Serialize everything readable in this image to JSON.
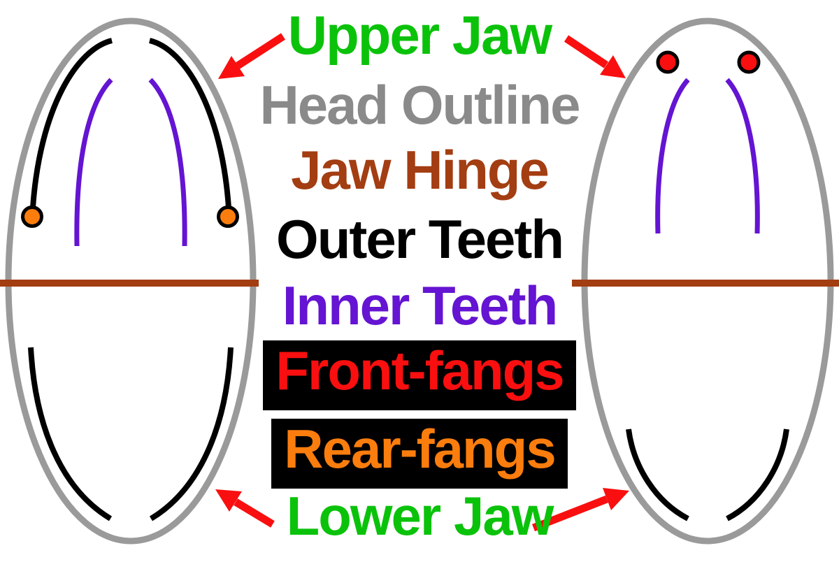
{
  "colors": {
    "background": "#FFFFFF",
    "green": "#0BC20B",
    "gray": "#8A8A8A",
    "brown": "#A33D12",
    "black": "#000000",
    "purple": "#6414D2",
    "red": "#F90F0F",
    "orange": "#FB7D0D",
    "outline": "#9A9A9A"
  },
  "legend": {
    "rows": [
      {
        "label": "Upper Jaw",
        "color": "#0BC20B"
      },
      {
        "label": "Head Outline",
        "color": "#8A8A8A"
      },
      {
        "label": "Jaw Hinge",
        "color": "#A33D12"
      },
      {
        "label": "Outer Teeth",
        "color": "#000000"
      },
      {
        "label": "Inner Teeth",
        "color": "#6414D2"
      },
      {
        "label": "Front-fangs",
        "color": "#F90F0F",
        "background": "#000000"
      },
      {
        "label": "Rear-fangs",
        "color": "#FB7D0D",
        "background": "#000000"
      },
      {
        "label": "Lower Jaw",
        "color": "#0BC20B"
      }
    ]
  },
  "diagram": {
    "left_head": "rear-fanged-snake-head",
    "right_head": "front-fanged-snake-head",
    "arrows": [
      "upper-jaw-left",
      "upper-jaw-right",
      "lower-jaw-left",
      "lower-jaw-right"
    ]
  }
}
